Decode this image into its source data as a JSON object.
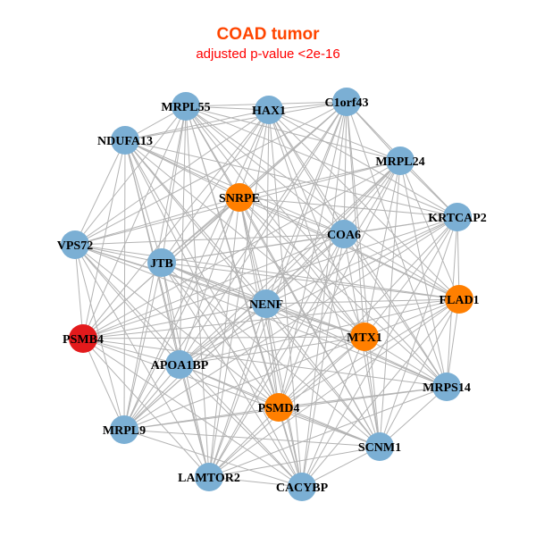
{
  "title": "COAD tumor",
  "subtitle": "adjusted p-value <2e-16",
  "colors": {
    "blue": "#7BAFD4",
    "orange": "#FF7F00",
    "red": "#E31A1C",
    "edge": "#B3B3B3"
  },
  "nodes": [
    {
      "label": "MRPL55",
      "group": "blue"
    },
    {
      "label": "HAX1",
      "group": "blue"
    },
    {
      "label": "C1orf43",
      "group": "blue"
    },
    {
      "label": "NDUFA13",
      "group": "blue"
    },
    {
      "label": "MRPL24",
      "group": "blue"
    },
    {
      "label": "SNRPE",
      "group": "orange"
    },
    {
      "label": "KRTCAP2",
      "group": "blue"
    },
    {
      "label": "COA6",
      "group": "blue"
    },
    {
      "label": "VPS72",
      "group": "blue"
    },
    {
      "label": "JTB",
      "group": "blue"
    },
    {
      "label": "FLAD1",
      "group": "orange"
    },
    {
      "label": "NENF",
      "group": "blue"
    },
    {
      "label": "PSMB4",
      "group": "red"
    },
    {
      "label": "MTX1",
      "group": "orange"
    },
    {
      "label": "APOA1BP",
      "group": "blue"
    },
    {
      "label": "MRPS14",
      "group": "blue"
    },
    {
      "label": "PSMD4",
      "group": "orange"
    },
    {
      "label": "MRPL9",
      "group": "blue"
    },
    {
      "label": "SCNM1",
      "group": "blue"
    },
    {
      "label": "LAMTOR2",
      "group": "blue"
    },
    {
      "label": "CACYBP",
      "group": "blue"
    }
  ]
}
